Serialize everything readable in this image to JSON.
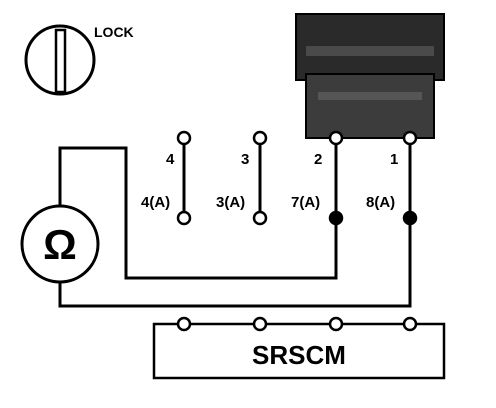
{
  "ignition": {
    "label": "LOCK"
  },
  "meter": {
    "symbol": "Ω"
  },
  "module": {
    "label": "SRSCM"
  },
  "pins": {
    "upper": [
      "4",
      "3",
      "2",
      "1"
    ],
    "lower": [
      "4(A)",
      "3(A)",
      "7(A)",
      "8(A)"
    ]
  },
  "colors": {
    "ink": "#000000",
    "connector_dark": "#2a2a2a",
    "connector_mid": "#4a4a4a"
  }
}
